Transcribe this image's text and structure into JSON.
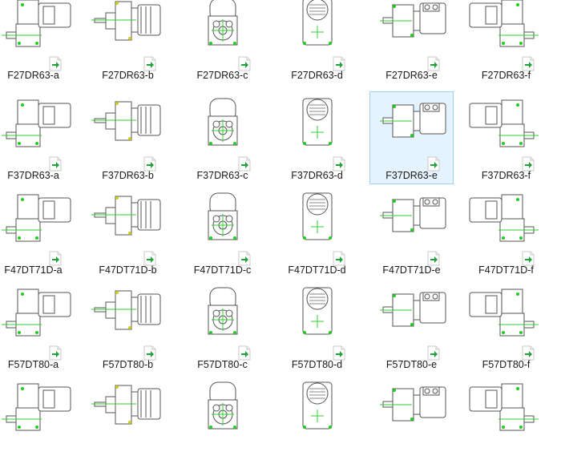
{
  "rows": [
    {
      "files": [
        "F27DR63-a",
        "F27DR63-b",
        "F27DR63-c",
        "F27DR63-d",
        "F27DR63-e",
        "F27DR63-f"
      ]
    },
    {
      "files": [
        "F37DR63-a",
        "F37DR63-b",
        "F37DR63-c",
        "F37DR63-d",
        "F37DR63-e",
        "F37DR63-f"
      ]
    },
    {
      "files": [
        "F47DT71D-a",
        "F47DT71D-b",
        "F47DT71D-c",
        "F47DT71D-d",
        "F47DT71D-e",
        "F47DT71D-f"
      ]
    },
    {
      "files": [
        "F57DT80-a",
        "F57DT80-b",
        "F57DT80-c",
        "F57DT80-d",
        "F57DT80-e",
        "F57DT80-f"
      ]
    },
    {
      "files": [
        "",
        "",
        "",
        "",
        "",
        ""
      ]
    }
  ],
  "selected": {
    "row": 1,
    "col": 4
  },
  "icons": {
    "shortcut": "shortcut-arrow-icon"
  },
  "colors": {
    "selection_bg": "#e5f3ff",
    "selection_border": "#99d1ff",
    "shortcut_arrow": "#1fa33a"
  }
}
